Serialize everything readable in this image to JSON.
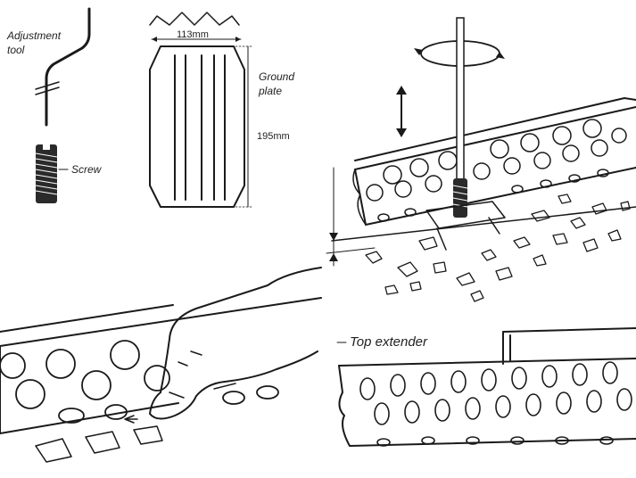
{
  "labels": {
    "adjustment_tool_line1": "Adjustment",
    "adjustment_tool_line2": "tool",
    "screw": "Screw",
    "ground_plate_line1": "Ground",
    "ground_plate_line2": "plate",
    "width_dim": "113mm",
    "height_dim": "195mm",
    "top_extender": "Top extender"
  },
  "colors": {
    "ink": "#1a1a1a",
    "paper": "#ffffff"
  }
}
